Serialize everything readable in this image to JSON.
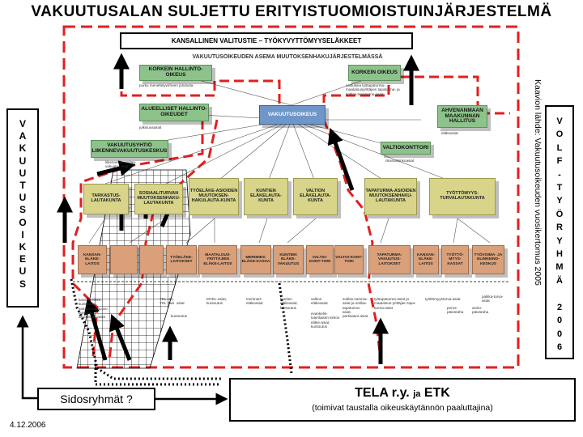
{
  "title": "VAKUUTUSALAN SULJETTU ERITYISTUOMIOISTUINJÄRJESTELMÄ",
  "left_vertical": "VAKUUTUSOIKEUS",
  "right_vertical": [
    "V",
    "O",
    "L",
    "F",
    "-",
    "T",
    "Y",
    "Ö",
    "R",
    "Y",
    "H",
    "M",
    "Ä",
    "",
    "2",
    "0",
    "0",
    "6"
  ],
  "source_note": "Kaavion lähde: Vakuutusoikeuden vuosikertomus 2005",
  "banner": "KANSALLINEN VALITUSTIE – TYÖKYVYTTÖMYYSELÄKKEET",
  "diagram_subtitle": "VAKUUTUSOIKEUDEN ASEMA MUUTOKSENHAKUJÄRJESTELMÄSSÄ",
  "boxes": {
    "korkein_hallinto": "KORKEIN HALLINTO-OIKEUS",
    "korkein_oikeus": "KORKEIN OIKEUS",
    "alueelliset": "ALUEELLISET HALLINTO-OIKEUDET",
    "vakuutusoikeus": "VAKUUTUSOIKEUS",
    "ahvenanmaan": "AHVENANMAAN MAAKUNNAN HALLITUS",
    "vakuutusyhtio": "VAKUUTUSYHTIÖ LIIKENNEVAKUUTUSKESKUS",
    "valtiokonttori": "VALTIOKONTTORI",
    "tarkastus": "TARKASTUS-LAUTAKUNTA",
    "sosiaaliturvan": "SOSIAALITURVAN MUUTOKSENHAKU-LAUTAKUNTA",
    "tyoelake": "TYÖELÄKE-ASIOIDEN MUUTOKSEN-HAKULAUTA-KUNTA",
    "kuntien": "KUNTIEN ELÄKELAUTA-KUNTA",
    "valtion": "VALTION ELÄKELAUTA-KUNTA",
    "tapaturma": "TAPATURMA-ASIOIDEN MUUTOKSENHAKU-LAUTAKUNTA",
    "tyottomyys": "TYÖTTÖMYYS-TURVALAUTAKUNTA"
  },
  "bottom_boxes": [
    "KANSAN-ELÄKE-LAITOS",
    "",
    "",
    "TYÖELÄKE-LAITOKSET",
    "MAATALOUS-YRITTÄJIEN ELÄKE-LAITOS",
    "MERIMIES-ELÄKE-KASSA",
    "KUNTIEN ELÄKE-VAKUUTUS",
    "VALTIO-KONT-TORI",
    "VALTIO-KONT-TORI",
    "TAPATURMA-VAKUUTUS-LAITOKSET",
    "KANSAN-ELÄKE-LAITOS",
    "TYÖTTÖ-MYYS-KASSAT",
    "TYÖVOIMA- JA ELINKEINO-KESKUS"
  ],
  "small_texts": {
    "purku": "purku menettelyvirheen johdosta",
    "valitus": "valituksia työtapaturma-, maatalousyrittäjien tapaturma- ja sotilas-tapaturma-asiat",
    "julkisuusasiat": "julkisuusasiat",
    "liikennevakuutus": "liikenne- ja potilas-vakuutus-asiat",
    "elakeasiat": "eläkeasiat",
    "rikosvahinkoasiat": "rikosvahinkoasiat",
    "sotilasvamma": "sotilasvamma-asiat",
    "tel": "TEL LEL YEL Taei",
    "asiat": "asiat",
    "kuntoutus1": "kuntoutus",
    "myel": "MYEL-asiat, kuntoutus",
    "merimies": "merimies-eläkeasiat",
    "kuntien_asiat": "kuntien eläkeasiat, kuntoutus",
    "valtion_asiat": "valtion eläkeasiat",
    "evankelis": "evankelis-luterilaisen kirkon eläke-asiat, kuntoutus",
    "sotilas2": "sotilas-vamma-asiat ja sotilas-tapaturma-asiat, partisaani-asiat",
    "tyotapaturma": "työtapaturma-asiat ja maatalous-yrittäjien tapa-turma-asiat",
    "tyottomyysturva": "työttömyysturva-asiat",
    "perus": "perus-päiväraha",
    "ansio": "ansio-päiväraha",
    "palkka": "palkka-turva-asiat",
    "kela_asiat": "kansan-eläke-, kuntoutus-, sairaus-vakuutus-, lapsilisä-, asumistuki-asiat"
  },
  "tela": {
    "main": "TELA r.y.",
    "ja": "ja",
    "etk": "ETK",
    "sub": "(toimivat taustalla oikeuskäytännön paaluttajina)"
  },
  "sidos": "Sidosryhmät ?",
  "date": "4.12.2006",
  "colors": {
    "red_dash": "#e02020",
    "green_box": "#8ec28b",
    "blue_box": "#6f96c9",
    "olive_box": "#d8d58a",
    "orange_box": "#d9a07a"
  }
}
